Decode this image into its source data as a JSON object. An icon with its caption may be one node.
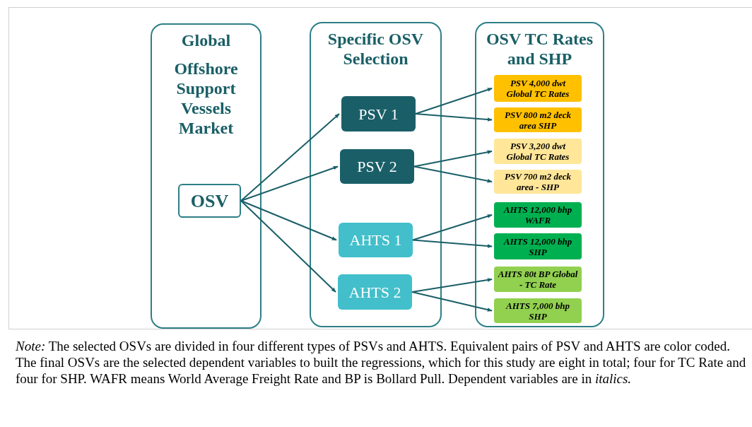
{
  "diagram": {
    "nodes": [
      {
        "text": [
          "Global",
          "Offshore Support Vessels Market"
        ]
      },
      {
        "text": [
          "OSV"
        ],
        "in": 0
      },
      {
        "text": [
          "Specific OSV Selection"
        ]
      },
      {
        "text": [
          "PSV 1"
        ],
        "in": 2
      },
      {
        "text": [
          "PSV 2"
        ],
        "in": 2
      },
      {
        "text": [
          "AHTS 1"
        ],
        "in": 2
      },
      {
        "text": [
          "AHTS 2"
        ],
        "in": 2
      },
      {
        "text": [
          "OSV TC Rates and SHP"
        ]
      },
      {
        "text": [
          "PSV 4,000 dwt Global TC Rates"
        ],
        "in": 7
      },
      {
        "text": [
          "PSV 800 m2 deck area SHP"
        ],
        "in": 7
      },
      {
        "text": [
          "PSV 3,200 dwt Global TC Rates"
        ],
        "in": 7
      },
      {
        "text": [
          "PSV 700 m2 deck area - SHP"
        ],
        "in": 7
      },
      {
        "text": [
          "AHTS 12,000 bhp WAFR"
        ],
        "in": 7
      },
      {
        "text": [
          "AHTS 12,000 bhp SHP"
        ],
        "in": 7
      },
      {
        "text": [
          "AHTS 80t BP Global - TC Rate"
        ],
        "in": 7
      },
      {
        "text": [
          "AHTS 7,000 bhp SHP"
        ],
        "in": 7
      }
    ],
    "edges": [
      {
        "from": 1,
        "to": 3,
        "arrow": "to"
      },
      {
        "from": 1,
        "to": 4,
        "arrow": "to"
      },
      {
        "from": 1,
        "to": 5,
        "arrow": "to"
      },
      {
        "from": 1,
        "to": 6,
        "arrow": "to"
      },
      {
        "from": 3,
        "to": 8,
        "arrow": "to"
      },
      {
        "from": 3,
        "to": 9,
        "arrow": "to"
      },
      {
        "from": 4,
        "to": 10,
        "arrow": "to"
      },
      {
        "from": 4,
        "to": 11,
        "arrow": "to"
      },
      {
        "from": 5,
        "to": 12,
        "arrow": "to"
      },
      {
        "from": 5,
        "to": 13,
        "arrow": "to"
      },
      {
        "from": 6,
        "to": 14,
        "arrow": "to"
      },
      {
        "from": 6,
        "to": 15,
        "arrow": "to"
      }
    ],
    "caption": "*Note:* The selected OSVs are divided in four different types of PSVs and AHTS. Equivalent pairs of PSV and AHTS are color coded. The final OSVs are the selected dependent variables to built the regressions, which for this study are eight in total; four for TC Rate and four for SHP. WAFR means World Average Freight Rate and BP is Bollard Pull. Dependent variables are in *italics.*"
  }
}
